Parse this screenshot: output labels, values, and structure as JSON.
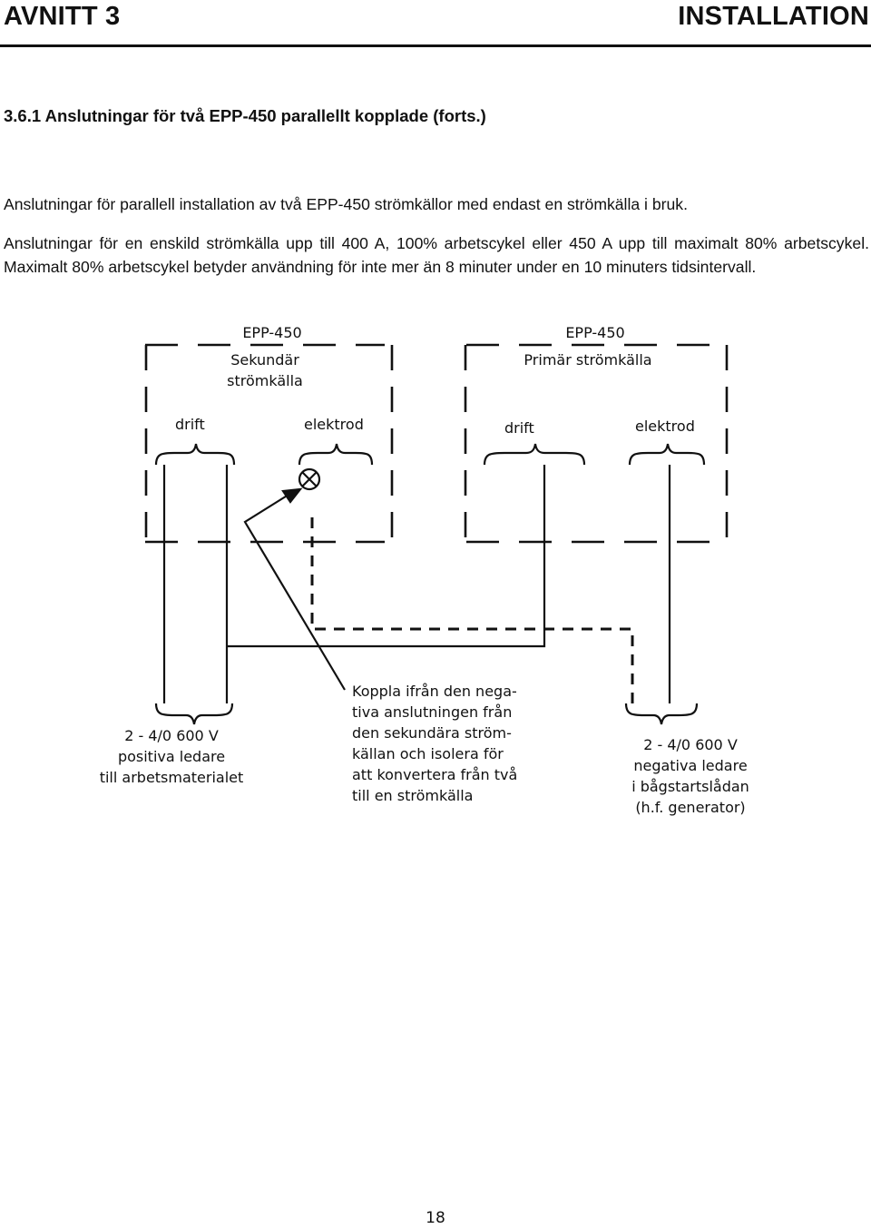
{
  "header": {
    "left": "AVNITT 3",
    "right": "INSTALLATION"
  },
  "section": {
    "title": "3.6.1  Anslutningar för två EPP-450 parallellt kopplade (forts.)"
  },
  "paragraphs": [
    "Anslutningar för parallell installation av två EPP-450 strömkällor med endast en strömkälla i bruk.",
    "Anslutningar för en enskild strömkälla upp till 400 A, 100% arbetscykel eller 450 A upp till maximalt 80% arbetscykel. Maximalt 80% arbetscykel betyder användning för inte mer än 8 minuter under en 10 minuters tidsintervall."
  ],
  "diagram": {
    "left_unit": {
      "model": "EPP-450",
      "role_line1": "Sekundär",
      "role_line2": "strömkälla",
      "terminal_drift": "drift",
      "terminal_elektrod": "elektrod"
    },
    "right_unit": {
      "model": "EPP-450",
      "role": "Primär strömkälla",
      "terminal_drift": "drift",
      "terminal_elektrod": "elektrod"
    },
    "positive_cable": {
      "line1": "2 - 4/0 600 V",
      "line2": "positiva ledare",
      "line3": "till arbetsmaterialet"
    },
    "disconnect_note": {
      "line1": "Koppla ifrån den nega-",
      "line2": "tiva anslutningen från",
      "line3": "den sekundära ström-",
      "line4": "källan  och  isolera  för",
      "line5": "att konvertera från två",
      "line6": "till en strömkälla"
    },
    "negative_cable": {
      "line1": "2 - 4/0 600 V",
      "line2": "negativa ledare",
      "line3": "i bågstartslådan",
      "line4": "(h.f. generator)"
    }
  },
  "footer": {
    "page_number": "18"
  }
}
